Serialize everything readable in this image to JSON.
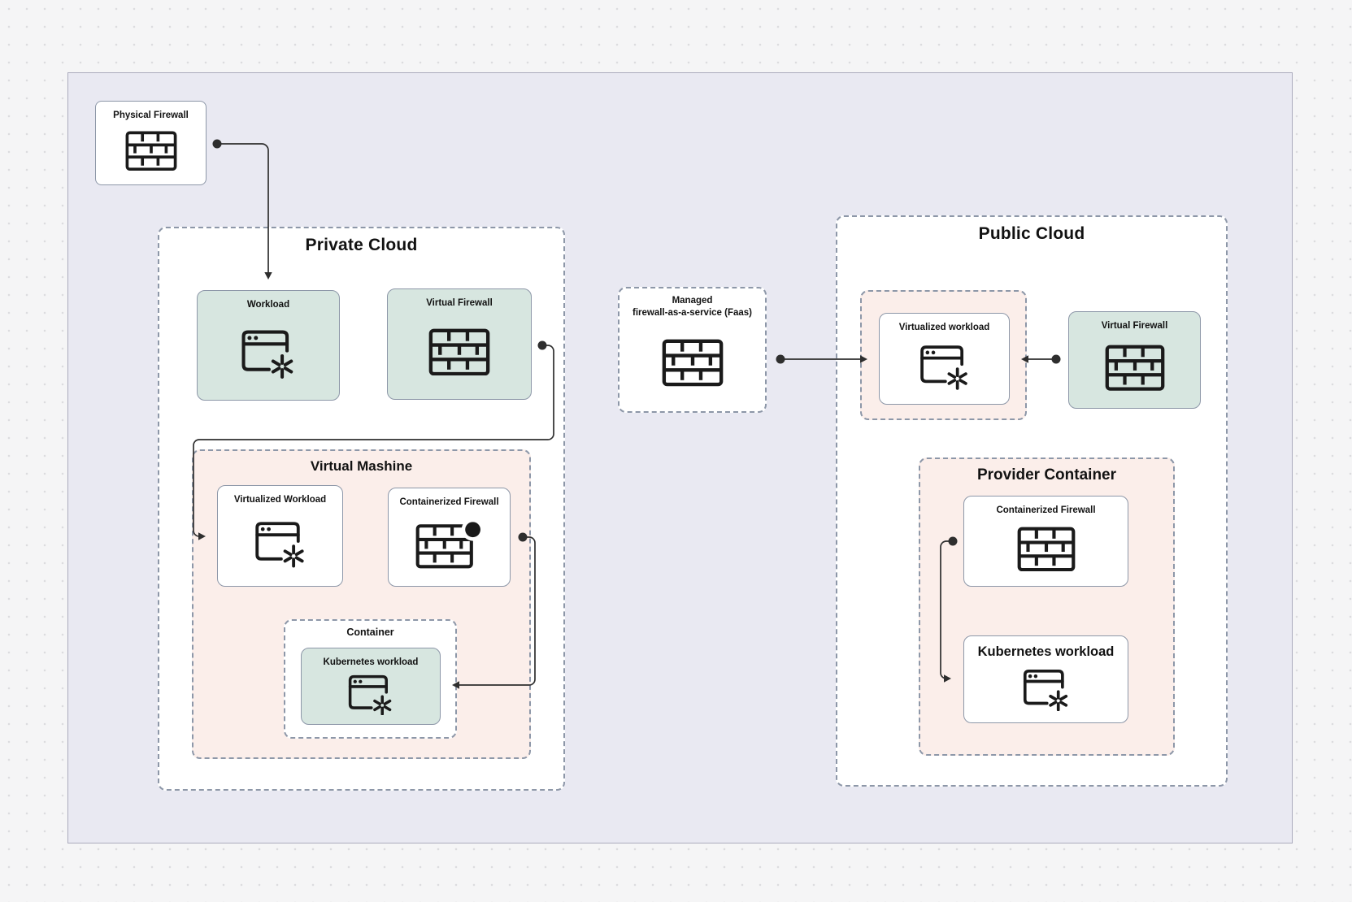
{
  "diagram_type": "cloud-firewall-architecture",
  "colors": {
    "page_bg": "#f5f5f6",
    "dot_grid": "#dcdcdf",
    "board_fill": "#e9e9f2",
    "board_border": "#ababbd",
    "region_fill_white": "#ffffff",
    "region_fill_pink": "#fbeeea",
    "node_fill_green": "#d7e6e0",
    "node_fill_white": "#ffffff",
    "border_gray": "#8d97a8",
    "ink": "#1a1a1a",
    "line": "#2e2e2e",
    "text": "#121212"
  },
  "regions": {
    "private_cloud": {
      "label": "Private Cloud"
    },
    "virtual_machine": {
      "label": "Virtual Mashine"
    },
    "container": {
      "label": "Container"
    },
    "public_cloud": {
      "label": "Public Cloud"
    },
    "provider_container": {
      "label": "Provider Container"
    }
  },
  "nodes": {
    "physical_firewall": {
      "label": "Physical Firewall",
      "icon": "firewall-icon"
    },
    "workload": {
      "label": "Workload",
      "icon": "workload-icon"
    },
    "virtual_firewall_private": {
      "label": "Virtual Firewall",
      "icon": "firewall-icon"
    },
    "virtualized_workload_private": {
      "label": "Virtualized Workload",
      "icon": "workload-icon"
    },
    "containerized_firewall_private": {
      "label": "Containerized Firewall",
      "icon": "containerized-firewall-icon"
    },
    "kubernetes_workload_private": {
      "label": "Kubernetes workload",
      "icon": "workload-icon"
    },
    "managed_faas": {
      "label_line1": "Managed",
      "label_line2": "firewall-as-a-service (Faas)",
      "icon": "firewall-icon"
    },
    "virtualized_workload_public": {
      "label": "Virtualized workload",
      "icon": "workload-icon"
    },
    "virtual_firewall_public": {
      "label": "Virtual Firewall",
      "icon": "firewall-icon"
    },
    "containerized_firewall_public": {
      "label": "Containerized Firewall",
      "icon": "firewall-icon"
    },
    "kubernetes_workload_public": {
      "label": "Kubernetes workload",
      "icon": "workload-icon"
    }
  },
  "connections": [
    {
      "from": "Physical Firewall",
      "to": "Workload (Private Cloud)"
    },
    {
      "from": "Virtual Firewall (Private Cloud)",
      "to": "Virtualized Workload (Virtual Mashine)"
    },
    {
      "from": "Containerized Firewall (Virtual Mashine)",
      "to": "Kubernetes workload (Container)"
    },
    {
      "from": "Managed firewall-as-a-service (Faas)",
      "to": "Virtualized workload (Public Cloud)"
    },
    {
      "from": "Virtual Firewall (Public Cloud)",
      "to": "Virtualized workload (Public Cloud)"
    },
    {
      "from": "Containerized Firewall (Provider Container)",
      "to": "Kubernetes workload (Provider Container)"
    }
  ]
}
